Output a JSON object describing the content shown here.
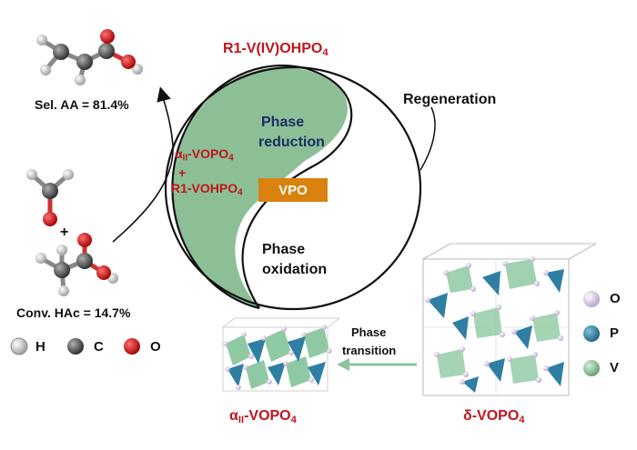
{
  "cycle": {
    "top_label": "R1-V(IV)OHPO",
    "top_sub": "4",
    "reduction_l1": "Phase",
    "reduction_l2": "reduction",
    "oxidation_l1": "Phase",
    "oxidation_l2": "oxidation",
    "regeneration": "Regeneration",
    "center_box": "VPO",
    "mix_alpha_pre": "α",
    "mix_alpha_sub": "II",
    "mix_alpha_post": "-VOPO",
    "mix_alpha_sub2": "4",
    "mix_plus": "+",
    "mix_r1": "R1-VOHPO",
    "mix_r1_sub": "4"
  },
  "reaction": {
    "selectivity": "Sel. AA = 81.4%",
    "conversion": "Conv. HAc = 14.7%",
    "plus": "+"
  },
  "atom_legend": [
    {
      "label": "H",
      "color": "#e6e6e6"
    },
    {
      "label": "C",
      "color": "#5a5a5a"
    },
    {
      "label": "O",
      "color": "#e01010"
    }
  ],
  "crystal_legend": [
    {
      "label": "O",
      "color": "#d9c6e6"
    },
    {
      "label": "P",
      "color": "#2e7fa3"
    },
    {
      "label": "V",
      "color": "#8fc9a3"
    }
  ],
  "transition": {
    "line1": "Phase",
    "line2": "transition",
    "alpha_pre": "α",
    "alpha_sub": "II",
    "alpha_post": "-VOPO",
    "alpha_sub2": "4",
    "delta_label": "δ-VOPO",
    "delta_sub": "4"
  },
  "colors": {
    "cycle_green": "#8cbf96",
    "label_red": "#c0141c",
    "label_navy": "#1a2e63",
    "vpo_orange": "#d9820f",
    "arrow_green": "#8dc49a"
  }
}
